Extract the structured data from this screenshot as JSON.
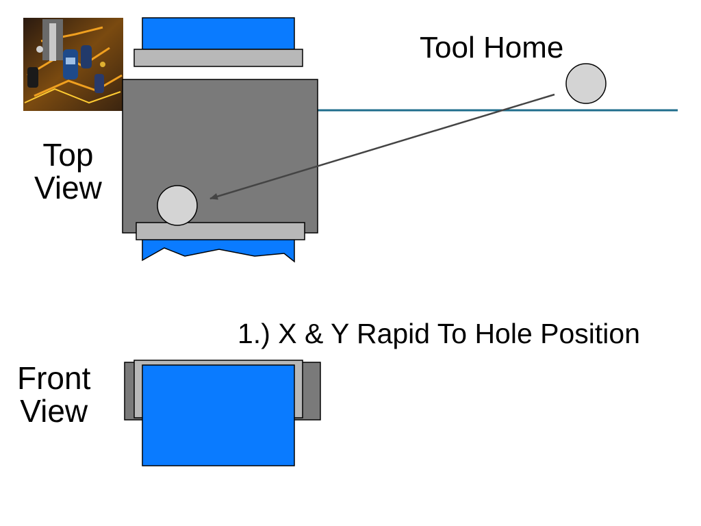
{
  "labels": {
    "tool_home": "Tool Home",
    "top_view_line1": "Top",
    "top_view_line2": "View",
    "front_view_line1": "Front",
    "front_view_line2": "View",
    "step": "1.) X & Y Rapid To Hole Position"
  },
  "colors": {
    "blue_part": "#0a7bff",
    "fixture_gray": "#7a7a7a",
    "clamp_gray": "#b8b8b8",
    "tool_circle": "#d4d4d4",
    "guide_line": "#1f6e8c",
    "arrow": "#444444",
    "outline": "#000000"
  },
  "icons": {
    "photo": "circuit-board-photo-icon",
    "tool": "tool-circle-icon"
  }
}
